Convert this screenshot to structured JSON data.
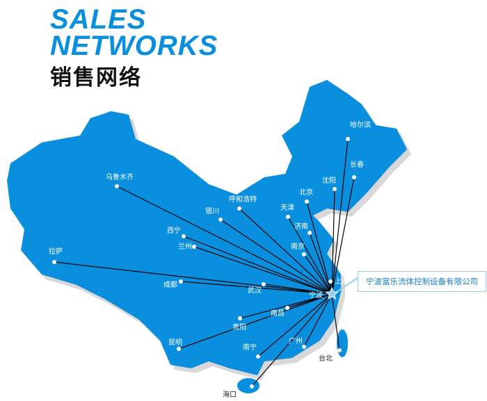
{
  "title": {
    "en_line1": "SALES",
    "en_line2": "NETWORKS",
    "cn": "销售网络"
  },
  "company": "宁波富乐流体控制设备有限公司",
  "hub": "宁波",
  "cities": [
    "哈尔滨",
    "长春",
    "沈阳",
    "北京",
    "天津",
    "济南",
    "南京",
    "上海",
    "乌鲁木齐",
    "呼和浩特",
    "银川",
    "西宁",
    "兰州",
    "拉萨",
    "成都",
    "武汉",
    "南昌",
    "贵阳",
    "昆明",
    "南宁",
    "广州",
    "台北",
    "海口"
  ],
  "colors": {
    "map": "#0a8ede",
    "shadow": "#d8d8d8",
    "accent": "#8fd0f0"
  }
}
